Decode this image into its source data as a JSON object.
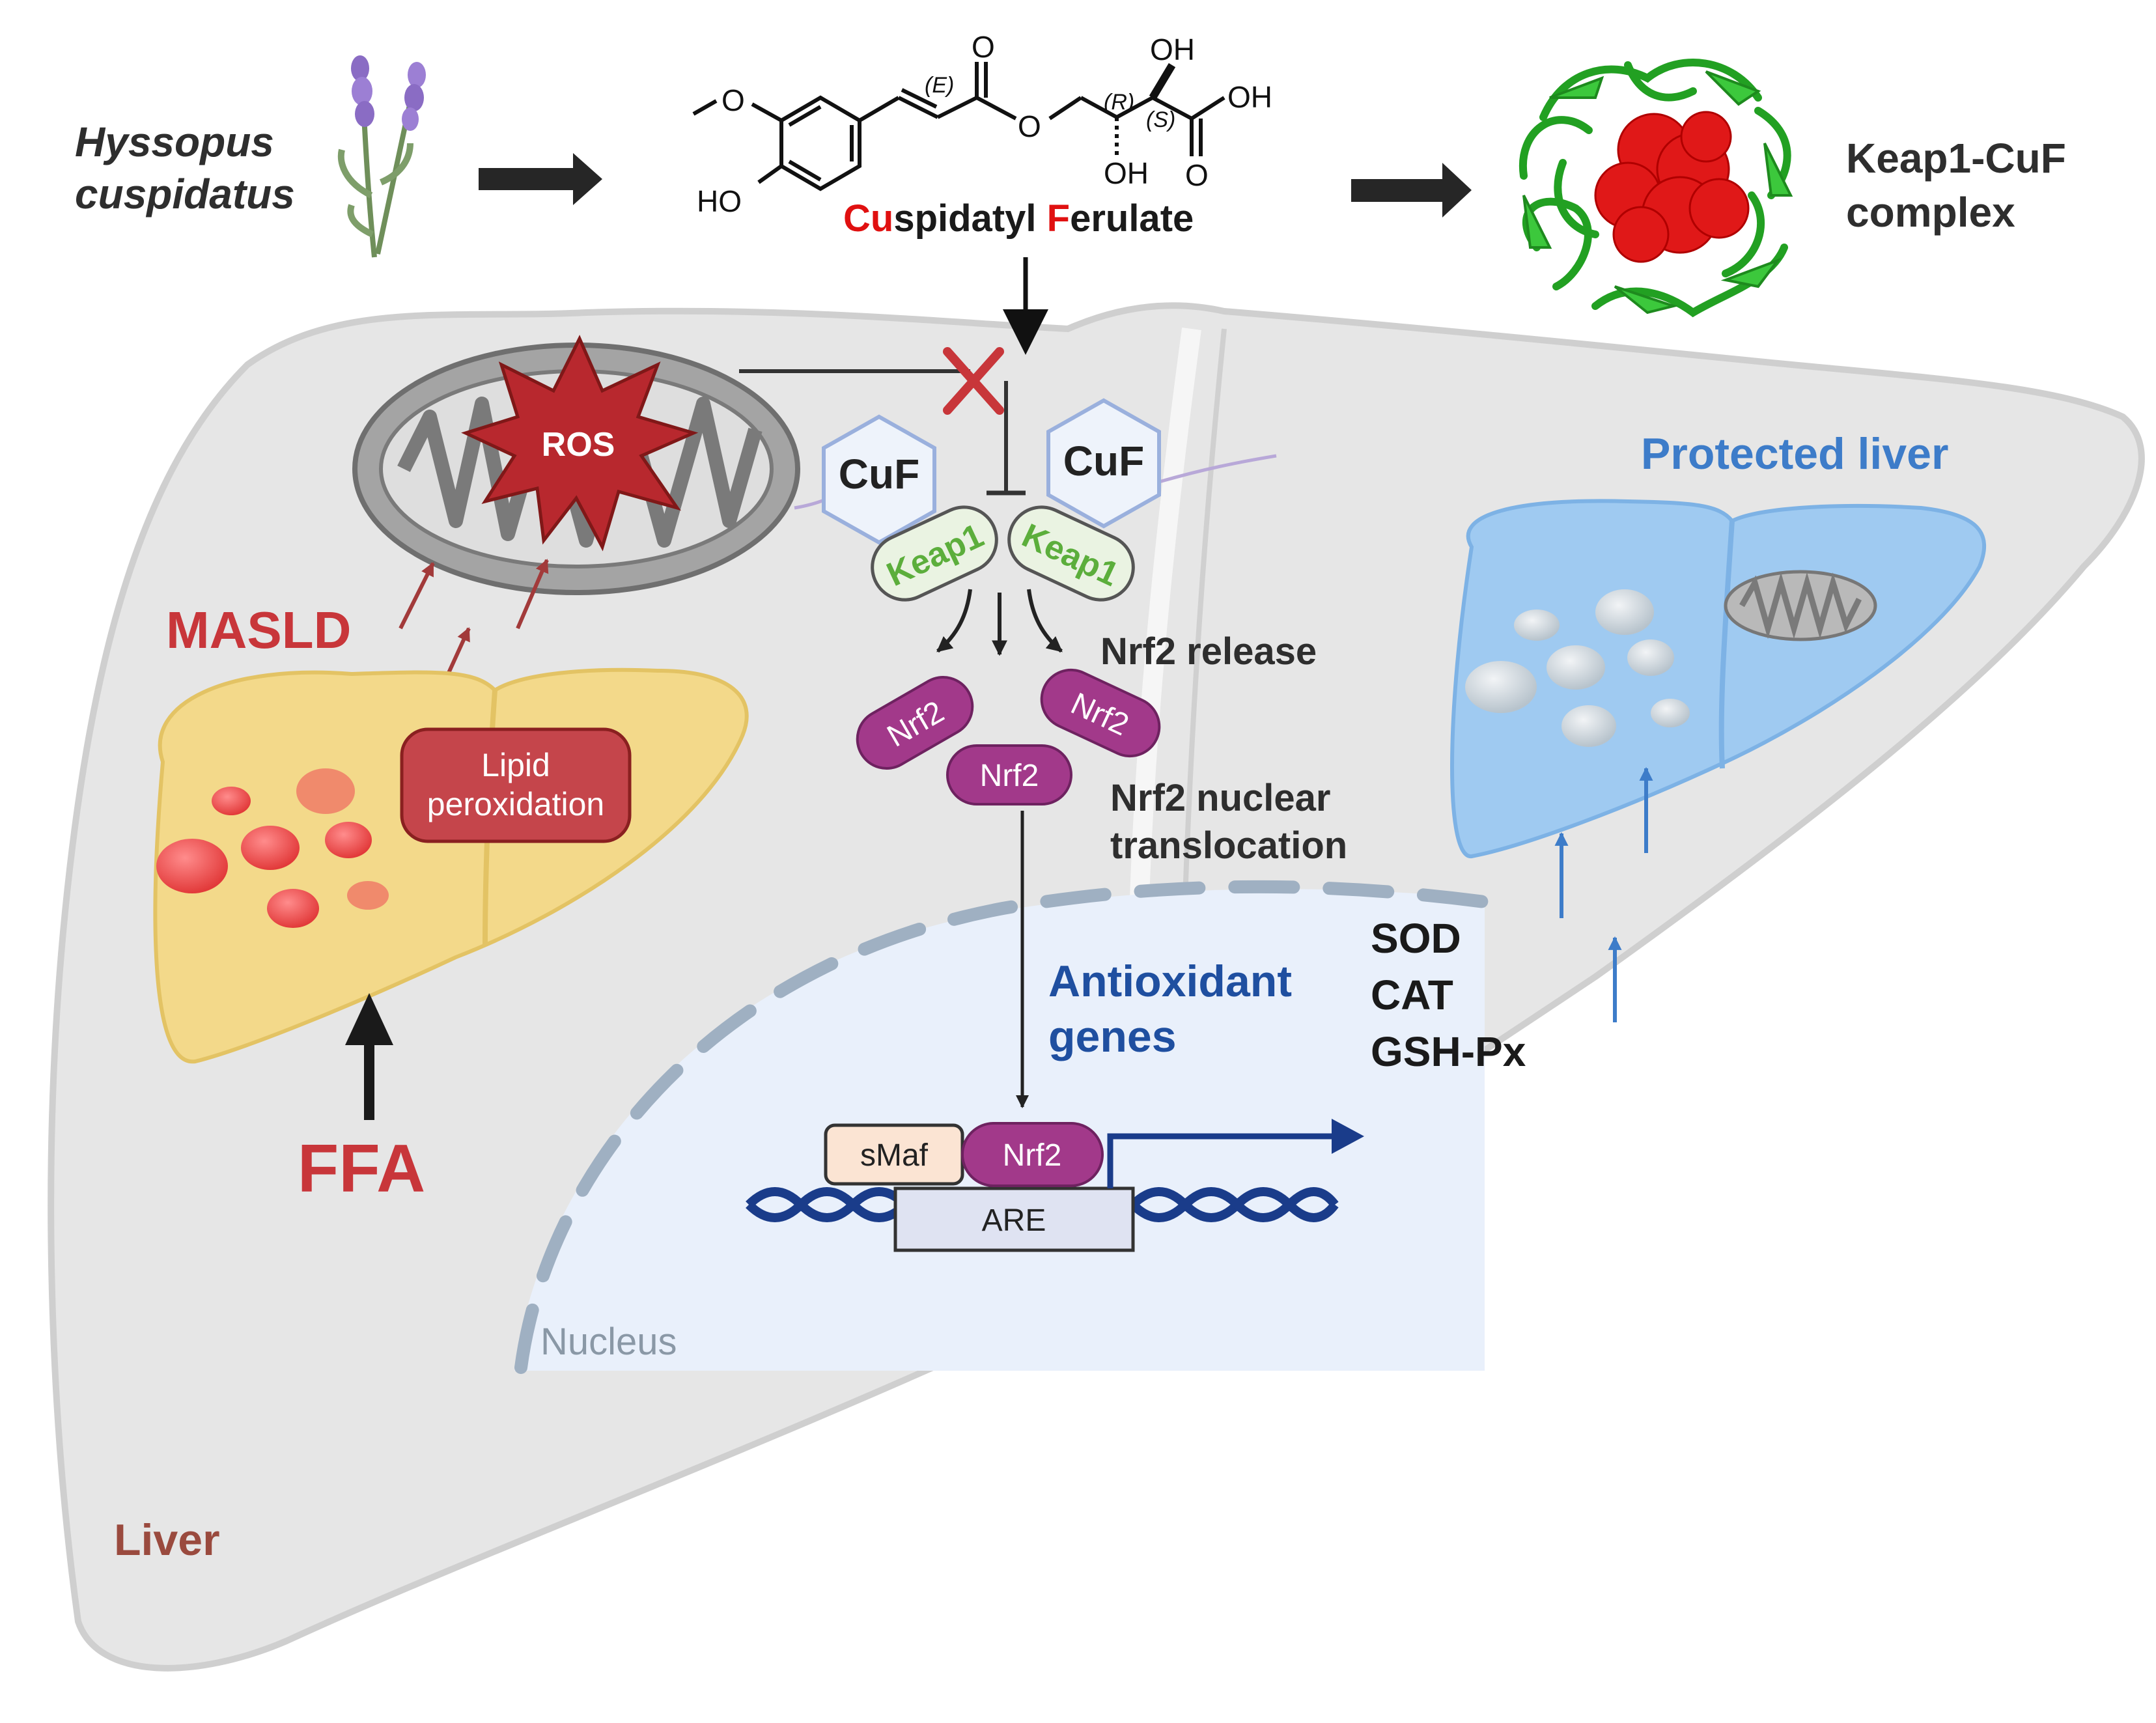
{
  "header": {
    "plant_name_line1": "Hyssopus",
    "plant_name_line2": "cuspidatus",
    "compound_name_cu": "Cu",
    "compound_name_rest1": "spidatyl ",
    "compound_name_f": "F",
    "compound_name_rest2": "erulate",
    "complex_label_line1": "Keap1-CuF",
    "complex_label_line2": "complex"
  },
  "structure_labels": {
    "methoxy_o": "O",
    "ester_carbonyl_o": "O",
    "ester_o": "O",
    "hydroxy_top": "OH",
    "hydroxy_bottom": "OH",
    "acid_oh": "OH",
    "acid_carbonyl_o": "O",
    "phenol_ho": "HO",
    "stereo_e": "(E)",
    "stereo_r": "(R)",
    "stereo_s": "(S)"
  },
  "pathway": {
    "ros": "ROS",
    "masld": "MASLD",
    "lipid_line1": "Lipid",
    "lipid_line2": "peroxidation",
    "ffa": "FFA",
    "liver": "Liver",
    "cuf_left": "CuF",
    "cuf_right": "CuF",
    "keap1_left": "Keap1",
    "keap1_right": "Keap1",
    "nrf2_release": "Nrf2 release",
    "nrf2_a": "Nrf2",
    "nrf2_b": "Nrf2",
    "nrf2_c": "Nrf2",
    "translocation_line1": "Nrf2 nuclear",
    "translocation_line2": "translocation",
    "antioxidant_line1": "Antioxidant",
    "antioxidant_line2": "genes",
    "genes": [
      "SOD",
      "CAT",
      "GSH-Px"
    ],
    "smaf": "sMaf",
    "nrf2_bound": "Nrf2",
    "are": "ARE",
    "nucleus": "Nucleus",
    "protected_liver": "Protected liver"
  },
  "colors": {
    "red_text": "#c8363a",
    "cu_red": "#e01010",
    "blue_text": "#1f4fa0",
    "light_blue_text": "#3d7cc9",
    "nrf2_purple": "#a2398a",
    "keap1_green": "#5cae3c",
    "protein_green": "#2fb82f",
    "protein_red": "#e01818"
  }
}
